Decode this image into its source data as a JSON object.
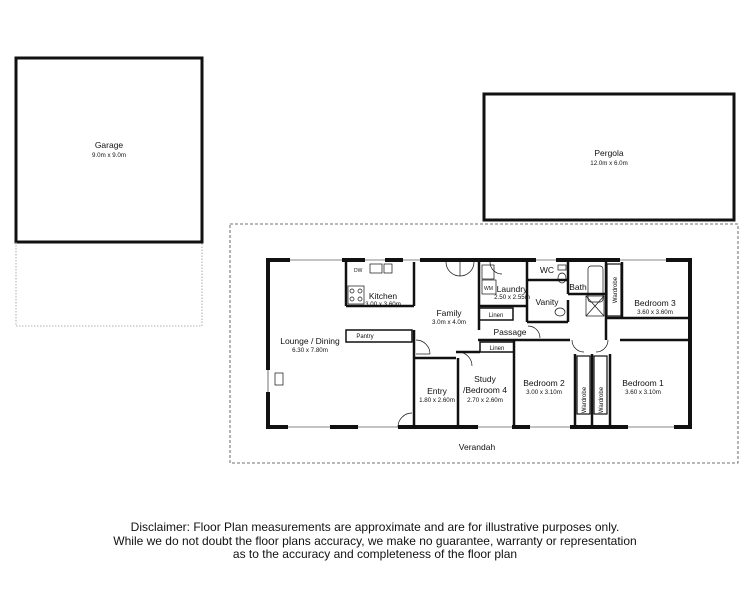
{
  "outbuildings": {
    "garage": {
      "name": "Garage",
      "size": "9.0m x 9.0m"
    },
    "pergola": {
      "name": "Pergola",
      "size": "12.0m x 6.0m"
    }
  },
  "rooms": {
    "lounge": {
      "name": "Lounge / Dining",
      "size": "6.30 x 7.80m"
    },
    "kitchen": {
      "name": "Kitchen",
      "size": "3.00 x 3.60m"
    },
    "family": {
      "name": "Family",
      "size": "3.0m x 4.0m"
    },
    "laundry": {
      "name": "Laundry",
      "size": "2.50 x 2.55m"
    },
    "wc": {
      "name": "WC"
    },
    "bath": {
      "name": "Bath"
    },
    "vanity": {
      "name": "Vanity"
    },
    "bedroom3": {
      "name": "Bedroom 3",
      "size": "3.60 x 3.60m"
    },
    "passage": {
      "name": "Passage"
    },
    "entry": {
      "name": "Entry",
      "size": "1.80 x 2.60m"
    },
    "study_line1": {
      "name": "Study"
    },
    "study_line2": {
      "name": "/Bedroom 4",
      "size": "2.70 x 2.60m"
    },
    "bedroom2": {
      "name": "Bedroom 2",
      "size": "3.00 x 3.10m"
    },
    "bedroom1": {
      "name": "Bedroom 1",
      "size": "3.60 x 3.10m"
    },
    "verandah": {
      "name": "Verandah"
    }
  },
  "fixtures": {
    "pantry": "Pantry",
    "dw": "DW",
    "wm": "WM",
    "linen_laundry": "Linen",
    "linen_passage": "Linen",
    "wardrobe_b3": "Wardrobe",
    "wardrobe_b2": "Wardrobe",
    "wardrobe_b1": "Wardrobe"
  },
  "disclaimer": {
    "line1": "Disclaimer: Floor Plan measurements are approximate and are for illustrative purposes only.",
    "line2": "While we do not doubt the floor plans accuracy, we make no guarantee, warranty or representation",
    "line3": "as to the accuracy and completeness of the floor plan"
  }
}
